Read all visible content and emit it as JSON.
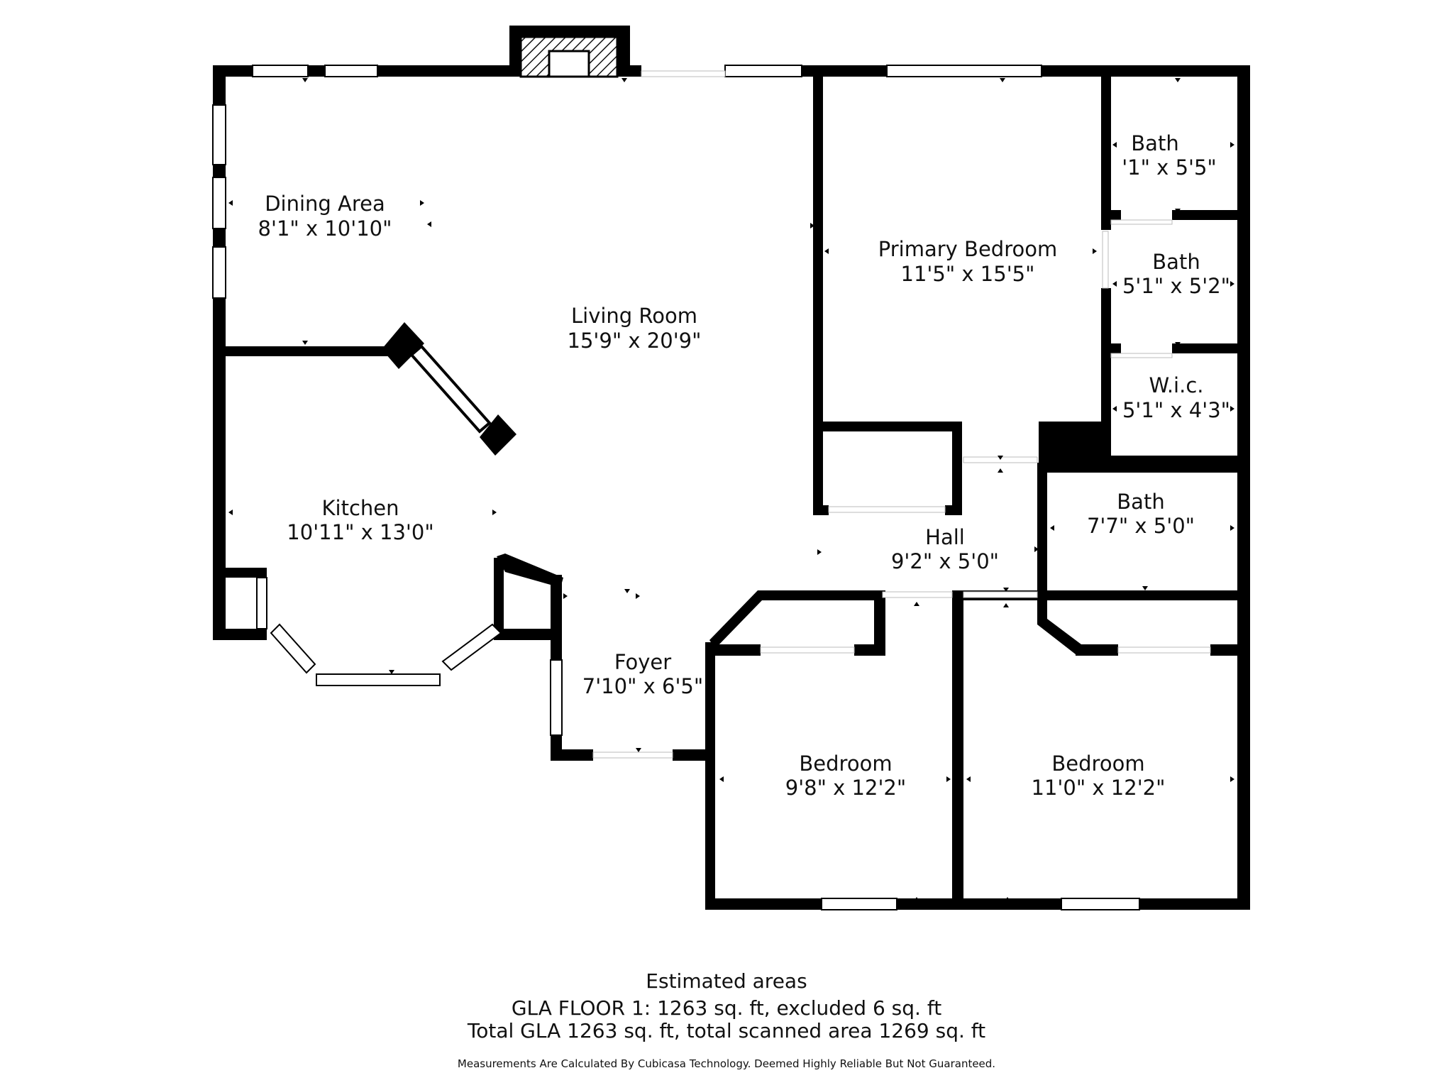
{
  "rooms": {
    "dining": {
      "name": "Dining Area",
      "dims": "8'1\" x 10'10\""
    },
    "living": {
      "name": "Living Room",
      "dims": "15'9\" x 20'9\""
    },
    "primary": {
      "name": "Primary Bedroom",
      "dims": "11'5\" x 15'5\""
    },
    "bath_top": {
      "name": "Bath",
      "dims": "'1\" x 5'5\""
    },
    "bath_mid": {
      "name": "Bath",
      "dims": "5'1\" x 5'2\""
    },
    "wic": {
      "name": "W.i.c.",
      "dims": "5'1\" x 4'3\""
    },
    "kitchen": {
      "name": "Kitchen",
      "dims": "10'11\" x 13'0\""
    },
    "hall": {
      "name": "Hall",
      "dims": "9'2\" x 5'0\""
    },
    "bath_low": {
      "name": "Bath",
      "dims": "7'7\" x 5'0\""
    },
    "foyer": {
      "name": "Foyer",
      "dims": "7'10\" x 6'5\""
    },
    "bed_left": {
      "name": "Bedroom",
      "dims": "9'8\" x 12'2\""
    },
    "bed_right": {
      "name": "Bedroom",
      "dims": "11'0\" x 12'2\""
    }
  },
  "footer": {
    "heading": "Estimated areas",
    "line1": "GLA FLOOR 1: 1263 sq. ft, excluded 6 sq. ft",
    "line2": "Total GLA 1263 sq. ft, total scanned area 1269 sq. ft",
    "disclaimer": "Measurements Are Calculated By Cubicasa Technology. Deemed Highly Reliable But Not Guaranteed."
  }
}
